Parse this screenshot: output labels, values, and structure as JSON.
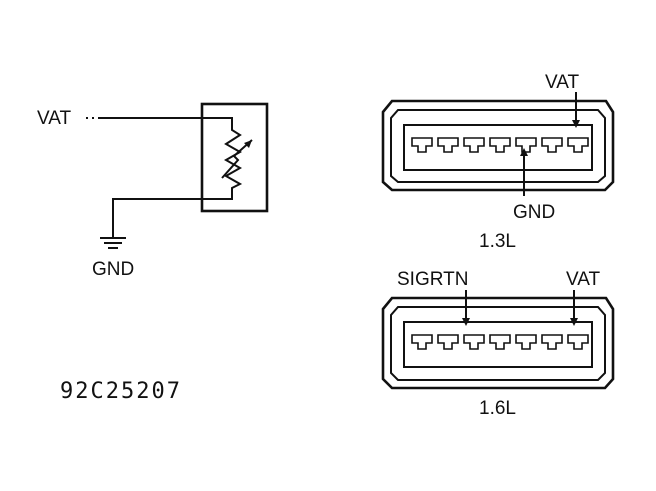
{
  "sensor": {
    "vat_label": "VAT",
    "gnd_label": "GND"
  },
  "connector_13": {
    "top_label": "VAT",
    "bottom_label": "GND",
    "caption": "1.3L"
  },
  "connector_16": {
    "left_label": "SIGRTN",
    "right_label": "VAT",
    "caption": "1.6L"
  },
  "figure_code": "92C25207"
}
